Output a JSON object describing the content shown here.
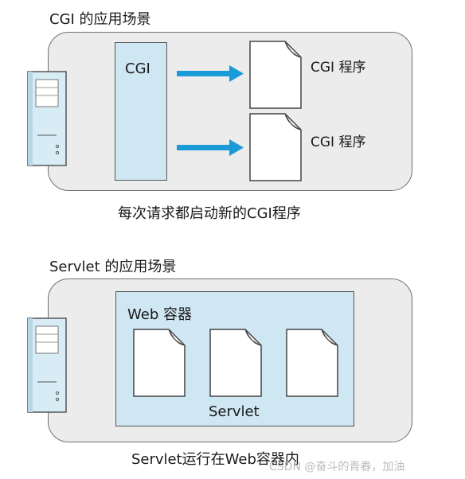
{
  "cgi_section": {
    "title": "CGI 的应用场景",
    "box_label": "CGI",
    "program_labels": [
      "CGI 程序",
      "CGI 程序"
    ],
    "caption": "每次请求都启动新的CGI程序"
  },
  "servlet_section": {
    "title": "Servlet 的应用场景",
    "container_label": "Web 容器",
    "servlet_label": "Servlet",
    "caption": "Servlet运行在Web容器内"
  },
  "watermark": "CSDN @奋斗的青春，加油",
  "colors": {
    "panel_bg": "#ececec",
    "box_fill": "#cfe6f3",
    "arrow": "#1a9ad7",
    "server_fill": "#d8ecf6"
  },
  "icons": [
    "server-icon",
    "document-icon",
    "arrow-right-icon"
  ]
}
